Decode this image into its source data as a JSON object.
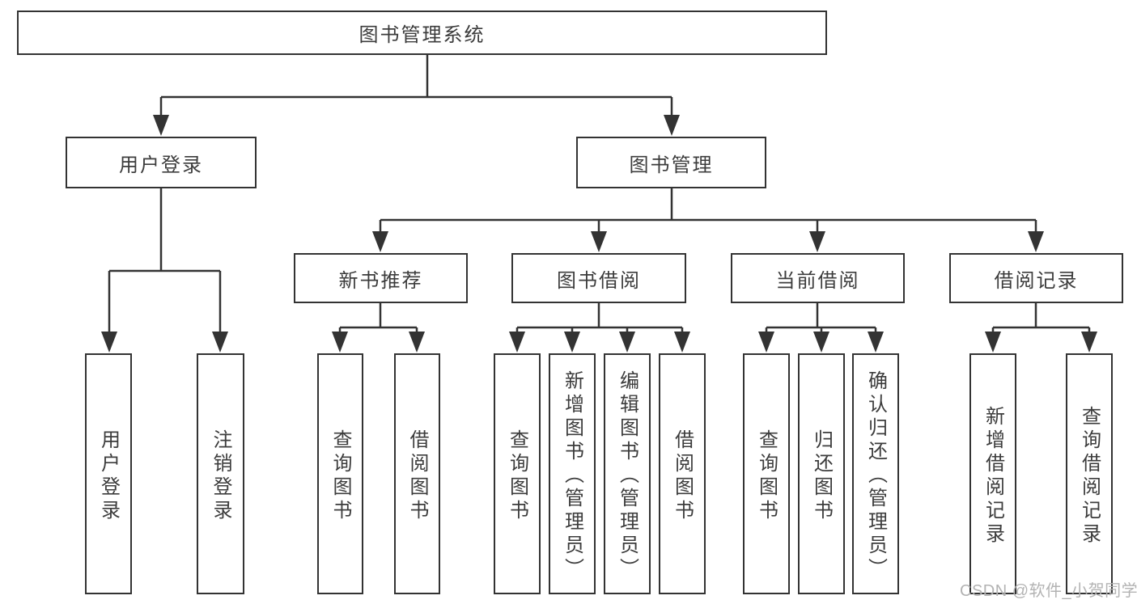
{
  "diagram": {
    "type": "tree",
    "title": "图书管理系统",
    "nodes": {
      "system": {
        "label": "图书管理系统",
        "level": 1,
        "parent": null
      },
      "user_login_menu": {
        "label": "用户登录",
        "level": 2,
        "parent": "system"
      },
      "book_mgmt": {
        "label": "图书管理",
        "level": 2,
        "parent": "system"
      },
      "login": {
        "label": "用户登录",
        "level": 3,
        "parent": "user_login_menu"
      },
      "logout": {
        "label": "注销登录",
        "level": 3,
        "parent": "user_login_menu"
      },
      "new_book_rec": {
        "label": "新书推荐",
        "level": 3,
        "parent": "book_mgmt"
      },
      "book_borrow": {
        "label": "图书借阅",
        "level": 3,
        "parent": "book_mgmt"
      },
      "current_borrow": {
        "label": "当前借阅",
        "level": 3,
        "parent": "book_mgmt"
      },
      "borrow_records": {
        "label": "借阅记录",
        "level": 3,
        "parent": "book_mgmt"
      },
      "nbr_query_book": {
        "label": "查询图书",
        "level": 4,
        "parent": "new_book_rec"
      },
      "nbr_borrow_book": {
        "label": "借阅图书",
        "level": 4,
        "parent": "new_book_rec"
      },
      "bb_query_book": {
        "label": "查询图书",
        "level": 4,
        "parent": "book_borrow"
      },
      "bb_add_book": {
        "label": "新增图书（管理员）",
        "level": 4,
        "parent": "book_borrow"
      },
      "bb_edit_book": {
        "label": "编辑图书（管理员）",
        "level": 4,
        "parent": "book_borrow"
      },
      "bb_borrow_book": {
        "label": "借阅图书",
        "level": 4,
        "parent": "book_borrow"
      },
      "cb_query_book": {
        "label": "查询图书",
        "level": 4,
        "parent": "current_borrow"
      },
      "cb_return_book": {
        "label": "归还图书",
        "level": 4,
        "parent": "current_borrow"
      },
      "cb_confirm_return": {
        "label": "确认归还（管理员）",
        "level": 4,
        "parent": "current_borrow"
      },
      "br_add_record": {
        "label": "新增借阅记录",
        "level": 4,
        "parent": "borrow_records"
      },
      "br_query_record": {
        "label": "查询借阅记录",
        "level": 4,
        "parent": "borrow_records"
      }
    }
  },
  "watermark": {
    "text": "CSDN @软件_小贺同学",
    "color": "#b3b3b3"
  },
  "colors": {
    "line": "#333333",
    "box_border": "#333333",
    "text": "#3c3c3c",
    "background": "#ffffff"
  }
}
